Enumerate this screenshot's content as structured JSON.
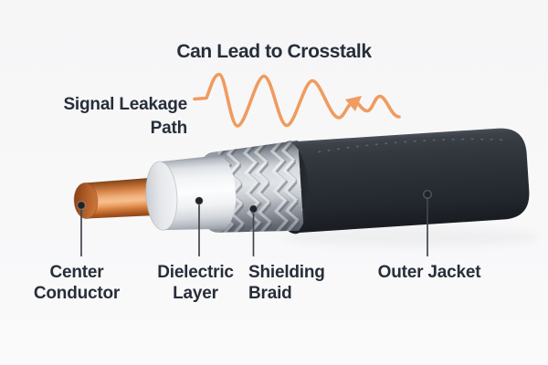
{
  "title": "Can Lead to Crosstalk",
  "callout": {
    "line1": "Signal Leakage",
    "line2": "Path"
  },
  "layer_labels": [
    {
      "id": "center-conductor",
      "line1": "Center",
      "line2": "Conductor"
    },
    {
      "id": "dielectric-layer",
      "line1": "Dielectric",
      "line2": "Layer"
    },
    {
      "id": "shielding-braid",
      "line1": "Shielding",
      "line2": "Braid"
    },
    {
      "id": "outer-jacket",
      "line1": "Outer Jacket"
    }
  ],
  "colors": {
    "background": "#f7f7f8",
    "text": "#272e39",
    "accent_orange": "#f09b5f",
    "copper": "#d98a50",
    "dielectric": "#f4f5f7",
    "braid": "#c6cad0",
    "jacket": "#2b3037",
    "leader_line": "#41464e"
  }
}
